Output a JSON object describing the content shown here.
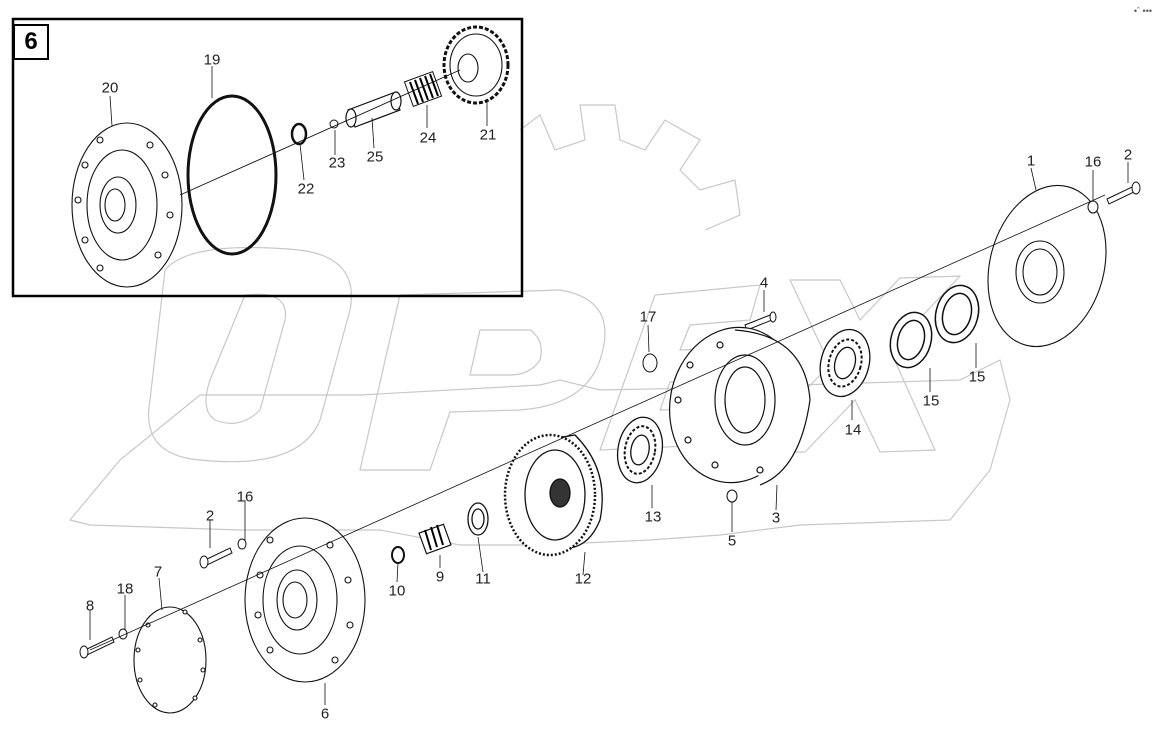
{
  "inset": {
    "tag": "6"
  },
  "watermark": {
    "text": "OPEX"
  },
  "corner_mark": "•ˆ •••",
  "callouts": [
    {
      "id": "c20",
      "text": "20"
    },
    {
      "id": "c19",
      "text": "19"
    },
    {
      "id": "c23",
      "text": "23"
    },
    {
      "id": "c25",
      "text": "25"
    },
    {
      "id": "c24",
      "text": "24"
    },
    {
      "id": "c21",
      "text": "21"
    },
    {
      "id": "c22",
      "text": "22"
    },
    {
      "id": "c1",
      "text": "1"
    },
    {
      "id": "c16a",
      "text": "16"
    },
    {
      "id": "c2a",
      "text": "2"
    },
    {
      "id": "c4",
      "text": "4"
    },
    {
      "id": "c17",
      "text": "17"
    },
    {
      "id": "c14",
      "text": "14"
    },
    {
      "id": "c15a",
      "text": "15"
    },
    {
      "id": "c15b",
      "text": "15"
    },
    {
      "id": "c13",
      "text": "13"
    },
    {
      "id": "c3",
      "text": "3"
    },
    {
      "id": "c5",
      "text": "5"
    },
    {
      "id": "c12",
      "text": "12"
    },
    {
      "id": "c11",
      "text": "11"
    },
    {
      "id": "c9",
      "text": "9"
    },
    {
      "id": "c10",
      "text": "10"
    },
    {
      "id": "c2b",
      "text": "2"
    },
    {
      "id": "c16b",
      "text": "16"
    },
    {
      "id": "c7",
      "text": "7"
    },
    {
      "id": "c18",
      "text": "18"
    },
    {
      "id": "c8",
      "text": "8"
    },
    {
      "id": "c6",
      "text": "6"
    }
  ]
}
